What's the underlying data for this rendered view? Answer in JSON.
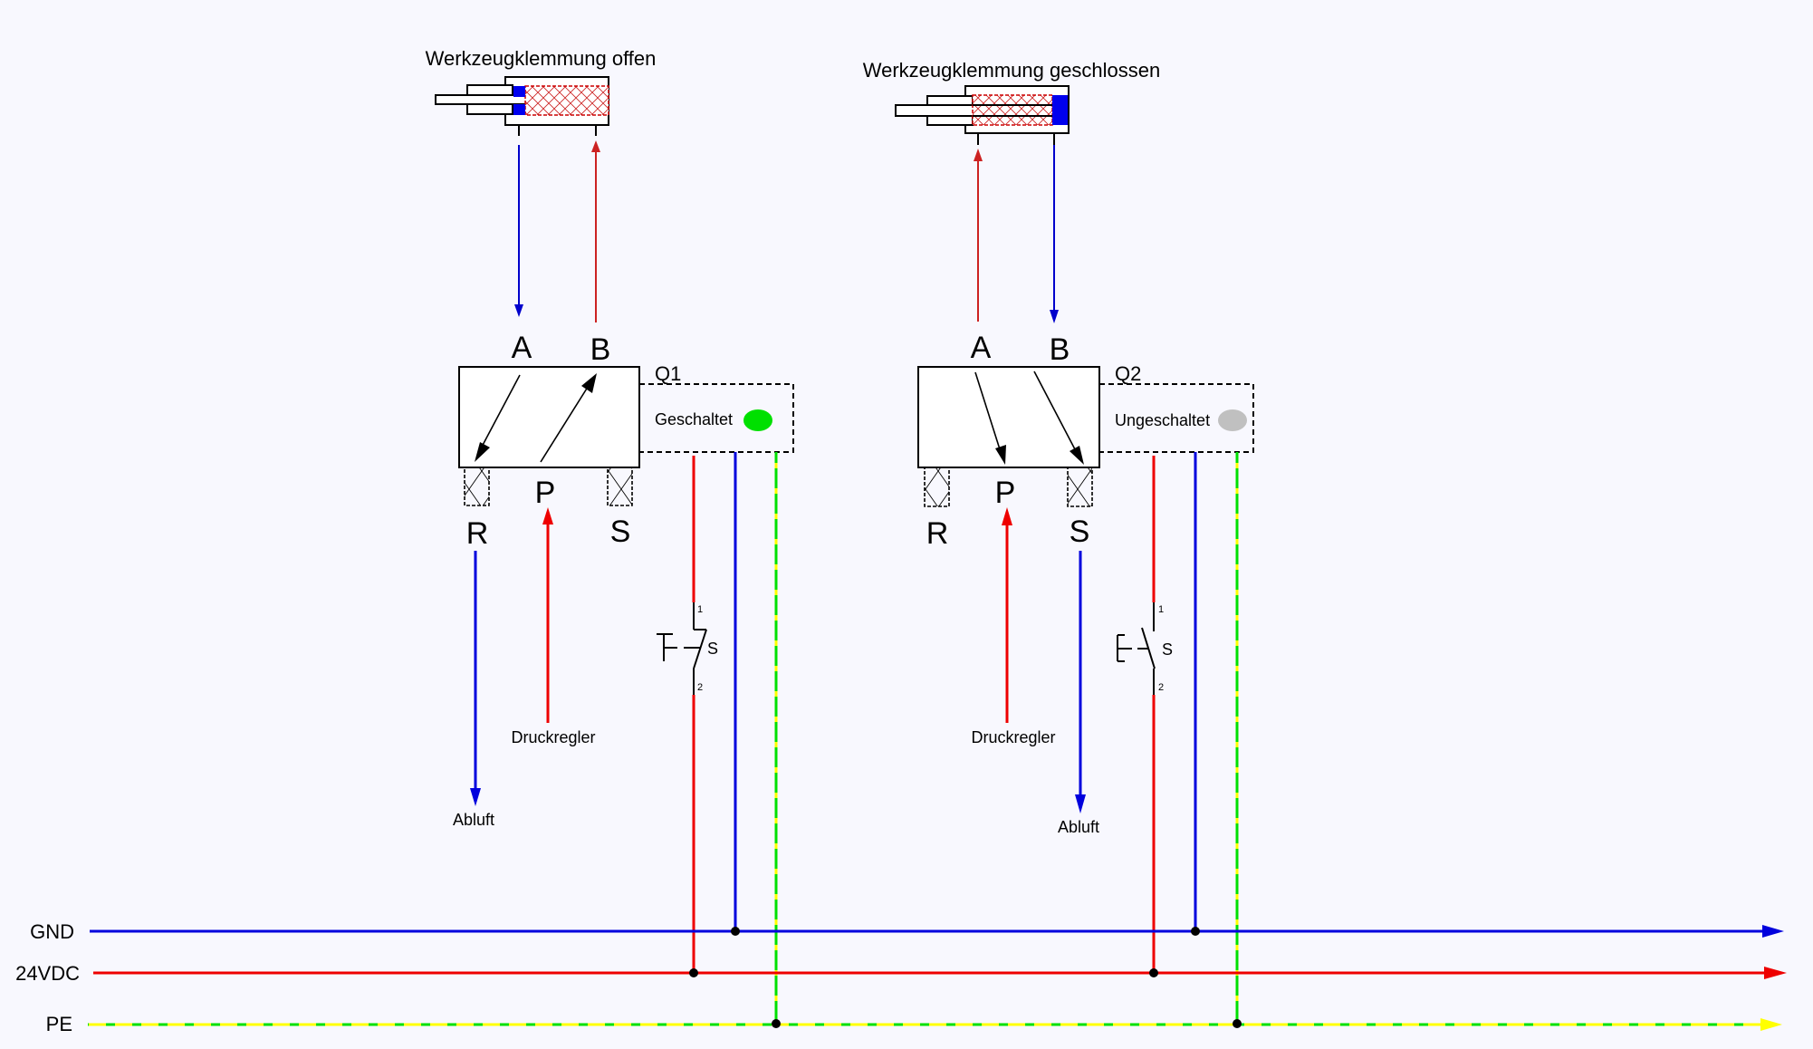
{
  "colors": {
    "background": "#f8f8fe",
    "gnd": "#0000e0",
    "supply": "#e00000",
    "pe_primary": "#ffff00",
    "pe_secondary": "#00e000",
    "cylinder_fill_hatch": "#cc0000",
    "piston": "#0000ff",
    "led_on": "#00e000",
    "led_off": "#c0c0c0"
  },
  "cylinders": [
    {
      "title": "Werkzeugklemmung offen",
      "state": "open"
    },
    {
      "title": "Werkzeugklemmung geschlossen",
      "state": "closed"
    }
  ],
  "valves": [
    {
      "id": "Q1",
      "ports": {
        "a": "A",
        "b": "B",
        "p": "P",
        "r": "R",
        "s": "S"
      },
      "status_label": "Geschaltet",
      "status_led": "on",
      "supply_label": "Druckregler",
      "exhaust_label": "Abluft",
      "switch": {
        "label": "S",
        "pin1": "1",
        "pin2": "2",
        "state": "closed"
      }
    },
    {
      "id": "Q2",
      "ports": {
        "a": "A",
        "b": "B",
        "p": "P",
        "r": "R",
        "s": "S"
      },
      "status_label": "Ungeschaltet",
      "status_led": "off",
      "supply_label": "Druckregler",
      "exhaust_label": "Abluft",
      "switch": {
        "label": "S",
        "pin1": "1",
        "pin2": "2",
        "state": "open"
      }
    }
  ],
  "rails": [
    {
      "label": "GND"
    },
    {
      "label": "24VDC"
    },
    {
      "label": "PE"
    }
  ]
}
